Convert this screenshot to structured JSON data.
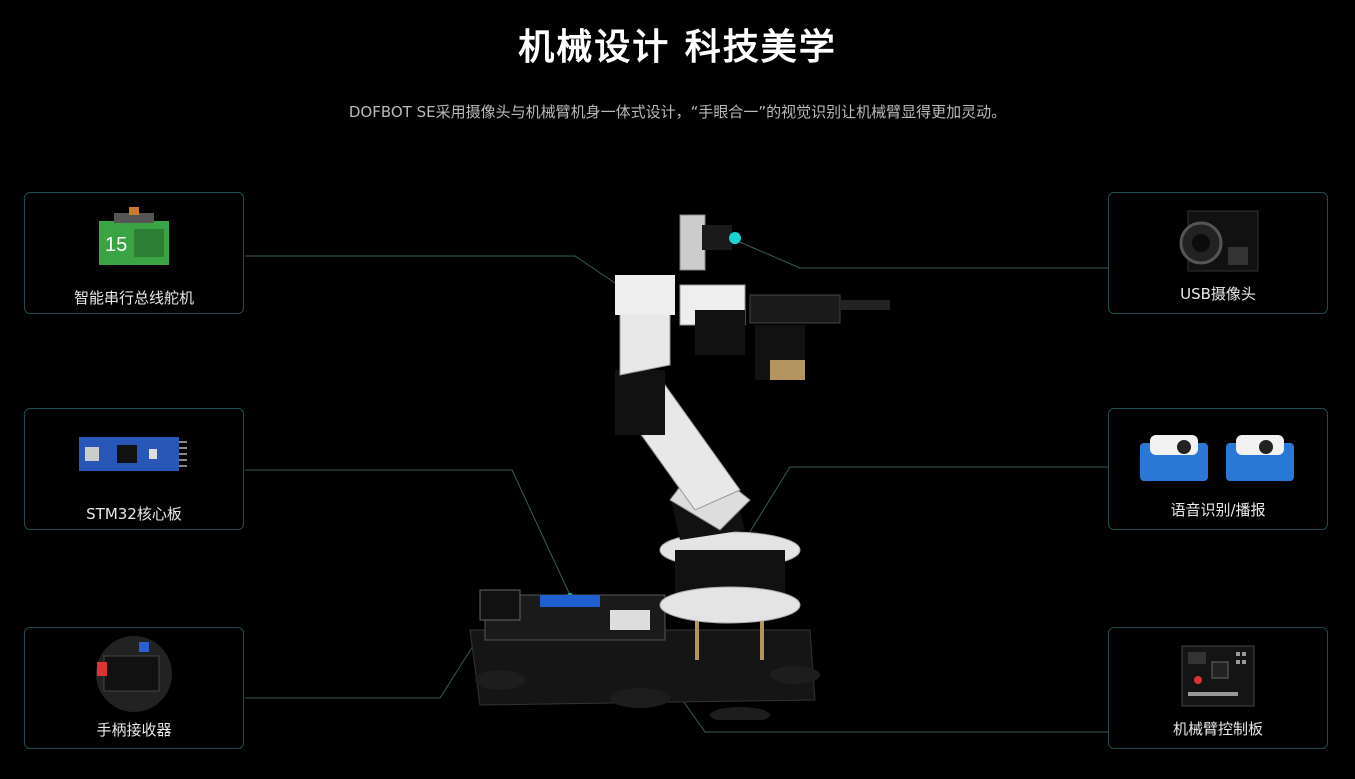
{
  "header": {
    "title": "机械设计 科技美学",
    "subtitle": "DOFBOT SE采用摄像头与机械臂机身一体式设计，“手眼合一”的视觉识别让机械臂显得更加灵动。"
  },
  "features": {
    "servo": {
      "label": "智能串行总线舵机",
      "icon": "servo-icon"
    },
    "stm32": {
      "label": "STM32核心板",
      "icon": "circuit-board-icon"
    },
    "receiver": {
      "label": "手柄接收器",
      "icon": "receiver-icon"
    },
    "camera": {
      "label": "USB摄像头",
      "icon": "camera-icon"
    },
    "voice": {
      "label": "语音识别/播报",
      "icon": "voice-module-icon"
    },
    "controller": {
      "label": "机械臂控制板",
      "icon": "control-board-icon"
    }
  },
  "colors": {
    "accent": "#19d3d3",
    "border": "#1e4d4d",
    "line": "#3a5a5a"
  }
}
